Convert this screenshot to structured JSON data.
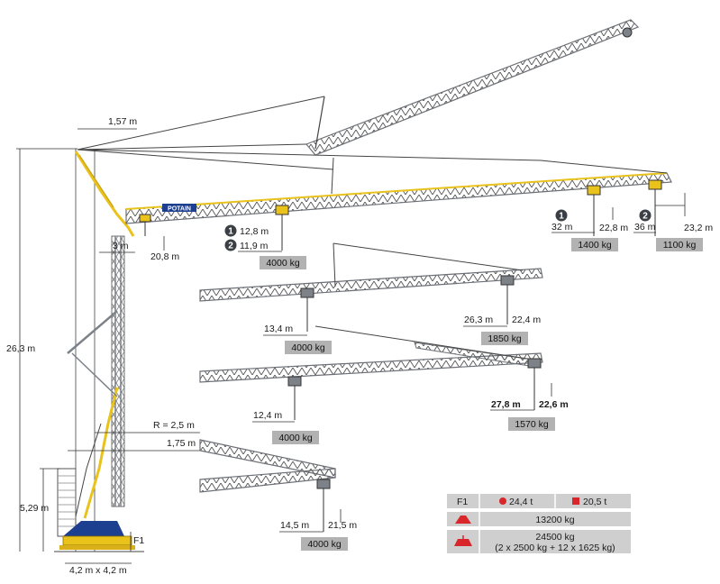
{
  "colors": {
    "tower_yellow": "#e9c21b",
    "lattice_grey": "#7d8288",
    "base_blue": "#1d3f8f",
    "weight_box": "#b2b2b2",
    "table_row": "#cfcfcf",
    "table_icon_red": "#d8262b",
    "marker_dark": "#3a3f45"
  },
  "logo_text": "POTAIN",
  "tower": {
    "jib_offset": "1,57 m",
    "height": "26,3 m",
    "ballast_height": "5,29 m",
    "base_size": "4,2 m x 4,2 m",
    "radius": "R = 2,5 m",
    "tail": "1,75 m",
    "f1": "F1"
  },
  "main_jib": {
    "min_radius": "3 m",
    "min_radius_height": "20,8 m",
    "markers": [
      "1",
      "2"
    ],
    "radius_1": "12,8 m",
    "radius_2": "11,9 m",
    "load_inner": "4000 kg",
    "tip1_radius": "32 m",
    "tip1_height": "22,8 m",
    "tip1_load": "1400 kg",
    "tip2_radius": "36 m",
    "tip2_height": "23,2 m",
    "tip2_load": "1100 kg"
  },
  "config_2": {
    "inner_radius": "13,4 m",
    "inner_load": "4000 kg",
    "tip_radius": "26,3 m",
    "tip_height": "22,4 m",
    "tip_load": "1850 kg"
  },
  "config_3": {
    "inner_radius": "12,4 m",
    "inner_load": "4000 kg",
    "tip_radius": "27,8 m",
    "tip_height": "22,6 m",
    "tip_load": "1570 kg"
  },
  "config_4": {
    "radius": "14,5 m",
    "height": "21,5 m",
    "load": "4000 kg"
  },
  "table": {
    "f1_label": "F1",
    "f1_round": "24,4 t",
    "f1_square": "20,5 t",
    "weight_a": "13200 kg",
    "weight_b": "24500 kg",
    "weight_b_detail": "(2 x 2500 kg + 12 x 1625 kg)"
  }
}
